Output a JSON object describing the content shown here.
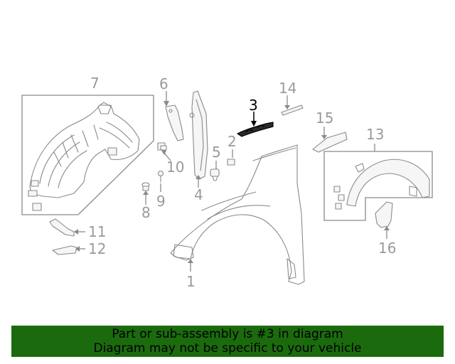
{
  "callouts": {
    "c1": "1",
    "c2": "2",
    "c3": "3",
    "c4": "4",
    "c5": "5",
    "c6": "6",
    "c7": "7",
    "c8": "8",
    "c9": "9",
    "c10": "10",
    "c11": "11",
    "c12": "12",
    "c13": "13",
    "c14": "14",
    "c15": "15",
    "c16": "16"
  },
  "highlighted_part": "3",
  "banner": {
    "line1": "Part or sub-assembly is #3 in diagram",
    "line2": "Diagram may not be specific to your vehicle"
  },
  "colors": {
    "banner_bg": "#1b6b0e",
    "line_gray": "#8a8a8a",
    "highlight": "#000000"
  }
}
